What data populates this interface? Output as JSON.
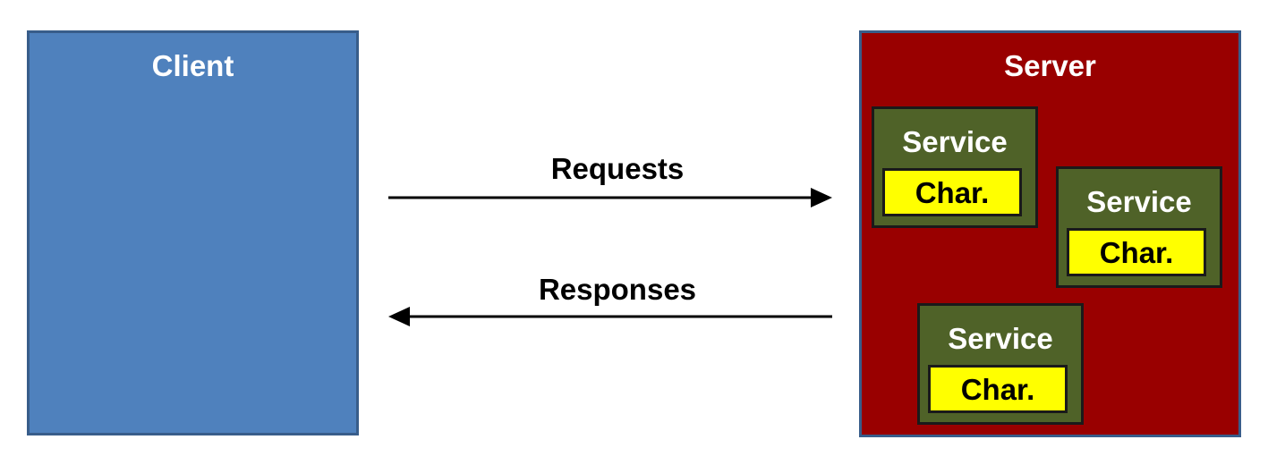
{
  "client": {
    "label": "Client"
  },
  "server": {
    "label": "Server"
  },
  "services": [
    {
      "label": "Service",
      "char_label": "Char."
    },
    {
      "label": "Service",
      "char_label": "Char."
    },
    {
      "label": "Service",
      "char_label": "Char."
    }
  ],
  "arrows": {
    "requests_label": "Requests",
    "responses_label": "Responses"
  },
  "colors": {
    "client_fill": "#4f81bd",
    "server_fill": "#990000",
    "service_fill": "#4f6228",
    "char_fill": "#ffff00"
  }
}
